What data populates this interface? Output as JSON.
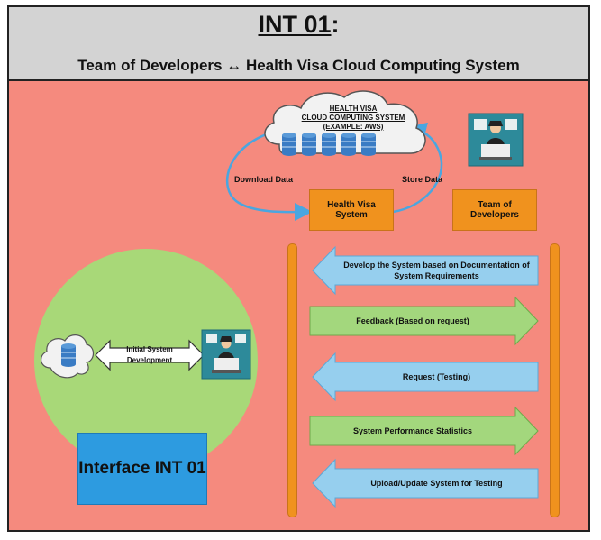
{
  "header": {
    "title": "INT 01",
    "title_suffix": ":",
    "subtitle": "Team of Developers  ↔  Health Visa Cloud Computing System"
  },
  "cloud": {
    "line1": "HEALTH VISA",
    "line2": "CLOUD COMPUTING SYSTEM",
    "line3": "(EXAMPLE: AWS)"
  },
  "labels": {
    "download": "Download Data",
    "store": "Store Data",
    "health_visa_system": "Health Visa System",
    "team_of_developers": "Team of Developers",
    "initial_dev": "Initial System Development",
    "interface": "Interface INT 01"
  },
  "flows": [
    {
      "direction": "left",
      "color": "blue",
      "text": "Develop the System based on Documentation of System Requirements"
    },
    {
      "direction": "right",
      "color": "green",
      "text": "Feedback (Based on request)"
    },
    {
      "direction": "left",
      "color": "blue",
      "text": "Request (Testing)"
    },
    {
      "direction": "right",
      "color": "green",
      "text": "System Performance Statistics"
    },
    {
      "direction": "left",
      "color": "blue",
      "text": "Upload/Update System for Testing"
    }
  ],
  "colors": {
    "background": "#f58a7e",
    "header": "#d3d3d3",
    "orange": "#f0921e",
    "blue_arrow": "#96cfee",
    "green_arrow": "#a3d77d",
    "circle": "#a8d878",
    "interface_box": "#2d9be0",
    "database": "#3a7cc4"
  },
  "icons": [
    "cloud-icon",
    "database-icon",
    "developer-icon"
  ]
}
